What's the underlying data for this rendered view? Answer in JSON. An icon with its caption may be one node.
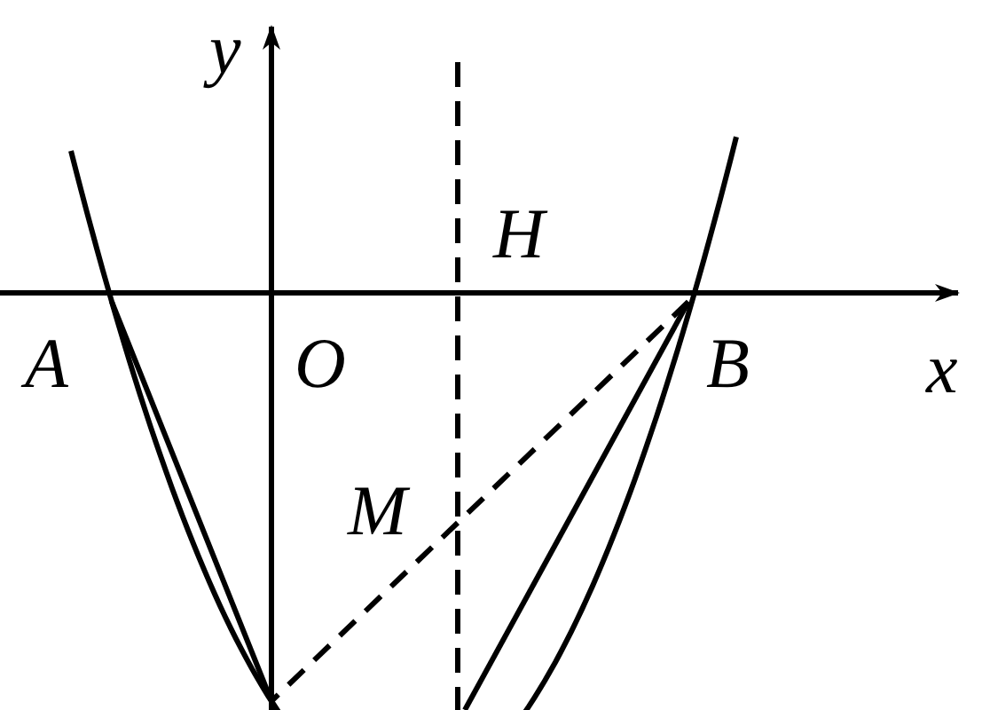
{
  "diagram": {
    "labels": [
      "y",
      "H",
      "A",
      "O",
      "B",
      "x",
      "M"
    ]
  }
}
